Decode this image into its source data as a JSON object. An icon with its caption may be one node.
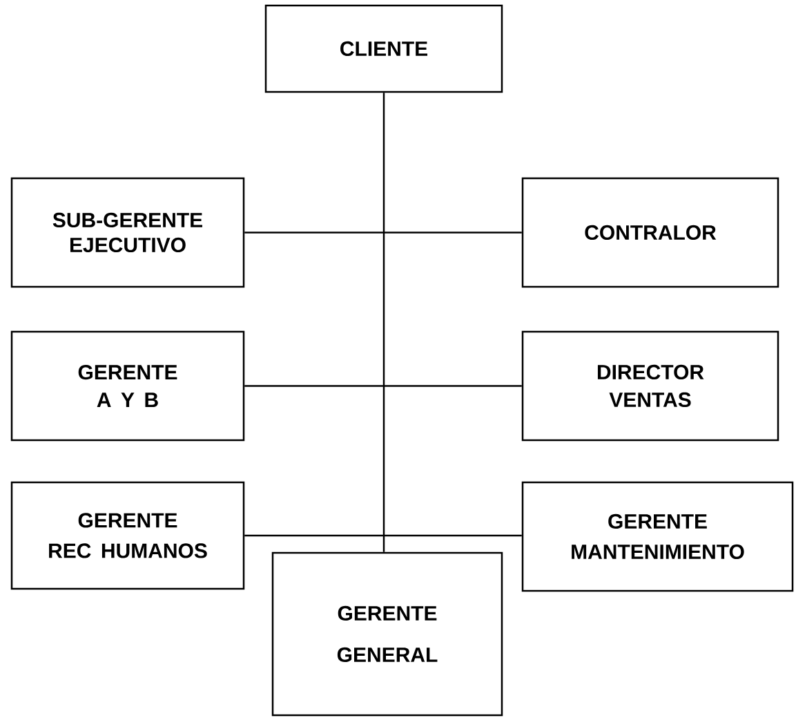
{
  "diagram": {
    "nodes": [
      {
        "text": [
          "CLIENTE"
        ]
      },
      {
        "text": [
          "SUB-GERENTE EJECUTIVO"
        ]
      },
      {
        "text": [
          "CONTRALOR"
        ]
      },
      {
        "text": [
          "GERENTE A Y B"
        ]
      },
      {
        "text": [
          "DIRECTOR VENTAS"
        ]
      },
      {
        "text": [
          "GERENTE REC HUMANOS"
        ]
      },
      {
        "text": [
          "GERENTE MANTENIMIENTO"
        ]
      },
      {
        "text": [
          "GERENTE GENERAL"
        ]
      }
    ],
    "edges": [
      {
        "from": 0,
        "to": 7,
        "arrow": "none"
      },
      {
        "from": 1,
        "to": 2,
        "arrow": "none"
      },
      {
        "from": 3,
        "to": 4,
        "arrow": "none"
      },
      {
        "from": 5,
        "to": 6,
        "arrow": "none"
      }
    ]
  }
}
